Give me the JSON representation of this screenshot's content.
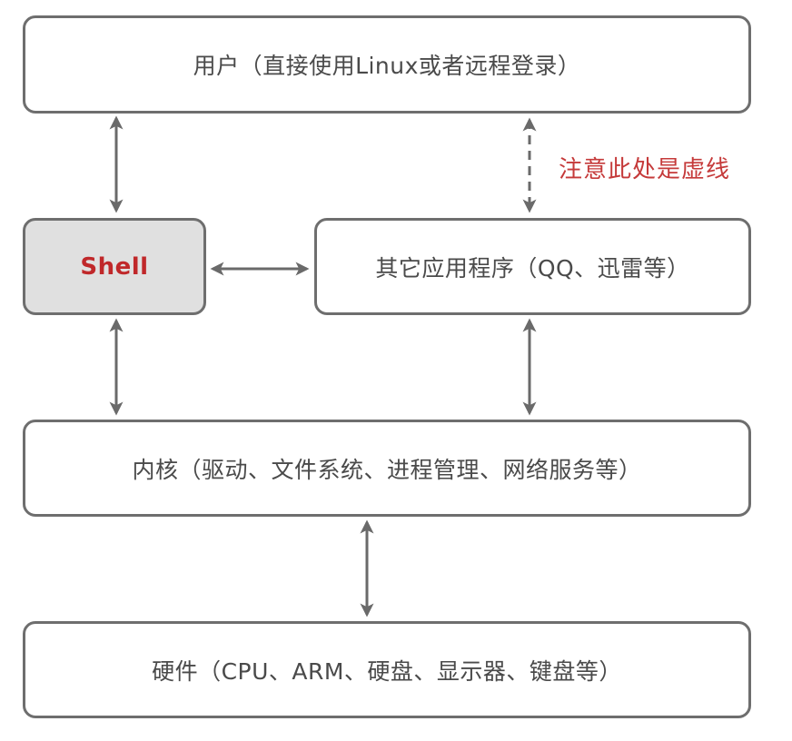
{
  "diagram": {
    "title": "Linux 体系结构",
    "nodes": [
      {
        "id": "user",
        "label": "用户（直接使用Linux或者远程登录）"
      },
      {
        "id": "shell",
        "label": "Shell",
        "highlighted": true
      },
      {
        "id": "apps",
        "label": "其它应用程序（QQ、迅雷等）"
      },
      {
        "id": "kernel",
        "label": "内核（驱动、文件系统、进程管理、网络服务等）"
      },
      {
        "id": "hardware",
        "label": "硬件（CPU、ARM、硬盘、显示器、键盘等）"
      }
    ],
    "edges": [
      {
        "from": "user",
        "to": "shell",
        "style": "solid",
        "direction": "both"
      },
      {
        "from": "user",
        "to": "apps",
        "style": "dashed",
        "direction": "both"
      },
      {
        "from": "shell",
        "to": "apps",
        "style": "solid",
        "direction": "both"
      },
      {
        "from": "shell",
        "to": "kernel",
        "style": "solid",
        "direction": "both"
      },
      {
        "from": "apps",
        "to": "kernel",
        "style": "solid",
        "direction": "both"
      },
      {
        "from": "kernel",
        "to": "hardware",
        "style": "solid",
        "direction": "both"
      }
    ],
    "annotation": "注意此处是虚线",
    "colors": {
      "border": "#6e6e6e",
      "text": "#4a4a4a",
      "shell_fill": "#e0e0e0",
      "shell_text": "#c0282a",
      "annotation": "#c53a3a",
      "arrow": "#6a6a6a"
    }
  }
}
